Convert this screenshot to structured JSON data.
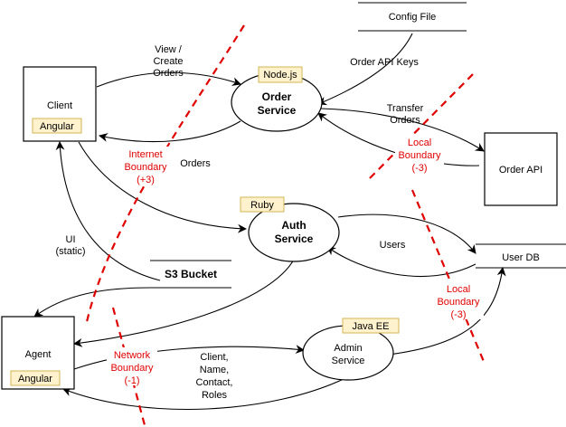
{
  "nodes": {
    "client": {
      "label": "Client",
      "tag": "Angular"
    },
    "agent": {
      "label": "Agent",
      "tag": "Angular"
    },
    "order_service": {
      "line1": "Order",
      "line2": "Service",
      "tag": "Node.js"
    },
    "auth_service": {
      "line1": "Auth",
      "line2": "Service",
      "tag": "Ruby"
    },
    "admin_service": {
      "line1": "Admin",
      "line2": "Service",
      "tag": "Java EE"
    },
    "order_api": {
      "label": "Order API"
    },
    "config_file": {
      "label": "Config File"
    },
    "user_db": {
      "label": "User DB"
    },
    "s3_bucket": {
      "label": "S3 Bucket"
    }
  },
  "edges": {
    "view_create": [
      "View /",
      "Create",
      "Orders"
    ],
    "orders": "Orders",
    "order_api_keys": "Order API Keys",
    "transfer_orders": [
      "Transfer",
      "Orders"
    ],
    "users": "Users",
    "ui_static": [
      "UI",
      "(static)"
    ],
    "admin_data": [
      "Client,",
      "Name,",
      "Contact,",
      "Roles"
    ]
  },
  "boundaries": {
    "internet": [
      "Internet",
      "Boundary",
      "(+3)"
    ],
    "local_top": [
      "Local",
      "Boundary",
      "(-3)"
    ],
    "local_bottom": [
      "Local",
      "Boundary",
      "(-3)"
    ],
    "network": [
      "Network",
      "Boundary",
      "(-1)"
    ]
  },
  "colors": {
    "boundary": "#e00000",
    "tag_fill": "#fff2cc",
    "tag_border": "#d6b656"
  }
}
